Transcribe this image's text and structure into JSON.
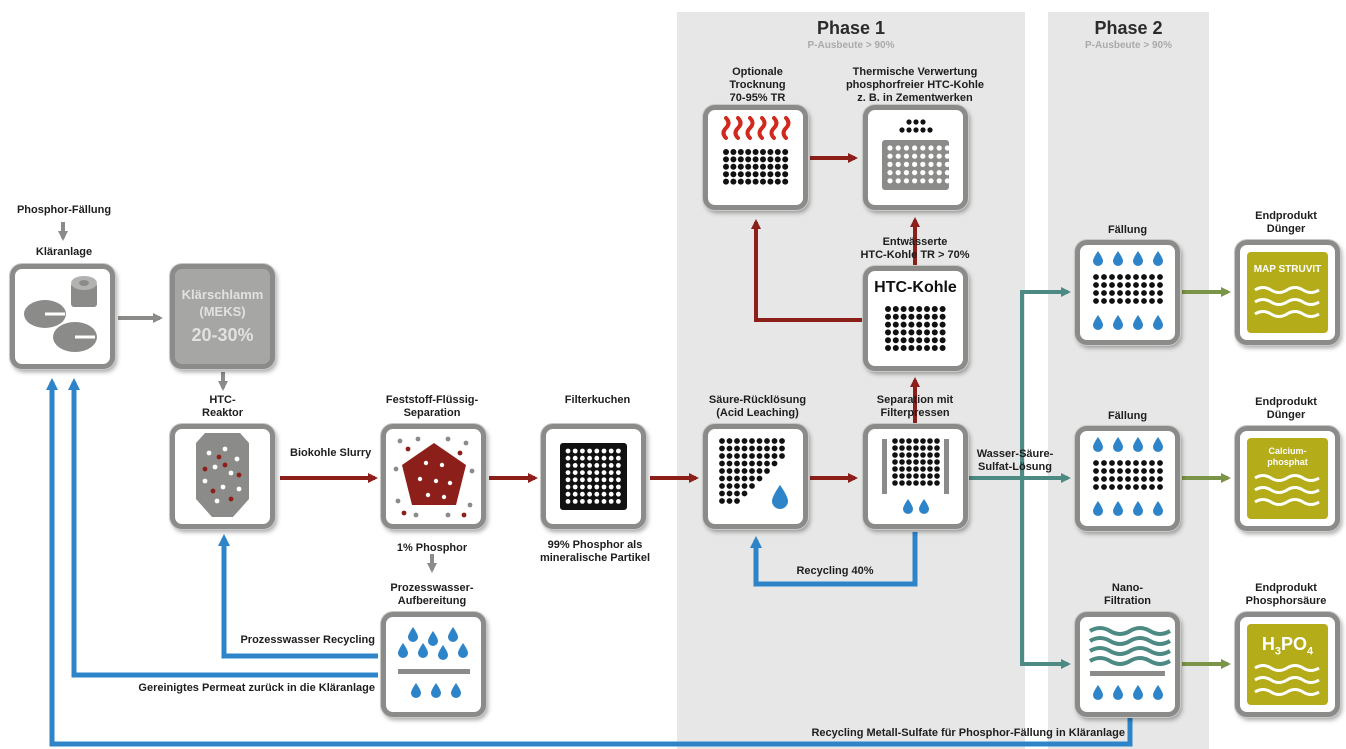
{
  "phases": [
    {
      "title": "Phase 1",
      "subtitle": "P-Ausbeute > 90%"
    },
    {
      "title": "Phase 2",
      "subtitle": "P-Ausbeute > 90%"
    }
  ],
  "labels": {
    "phosphor_faellung": "Phosphor-Fällung",
    "klaeranlage": "Kläranlage",
    "htc_reaktor_1": "HTC-",
    "htc_reaktor_2": "Reaktor",
    "biokohle_slurry": "Biokohle Slurry",
    "feststoff_1": "Feststoff-Flüssig-",
    "feststoff_2": "Separation",
    "ein_prozent": "1% Phosphor",
    "prozesswasser_1": "Prozesswasser-",
    "prozesswasser_2": "Aufbereitung",
    "prozesswasser_recycling": "Prozesswasser Recycling",
    "gereinigtes_permeat": "Gereinigtes Permeat zurück in die Kläranlage",
    "filterkuchen": "Filterkuchen",
    "filterkuchen_note_1": "99% Phosphor als",
    "filterkuchen_note_2": "mineralische Partikel",
    "saeure_1": "Säure-Rücklösung",
    "saeure_2": "(Acid Leaching)",
    "separation_1": "Separation mit",
    "separation_2": "Filterpressen",
    "recycling_40": "Recycling 40%",
    "htc_kohle": "HTC-Kohle",
    "entwaessert_1": "Entwässerte",
    "entwaessert_2": "HTC-Kohle TR > 70%",
    "trocknung_1": "Optionale",
    "trocknung_2": "Trocknung",
    "trocknung_3": "70-95% TR",
    "thermisch_1": "Thermische Verwertung",
    "thermisch_2": "phosphorfreier HTC-Kohle",
    "thermisch_3": "z. B. in Zementwerken",
    "wasser_1": "Wasser-Säure-",
    "wasser_2": "Sulfat-Lösung",
    "faellung_a": "Fällung",
    "faellung_b": "Fällung",
    "nano_1": "Nano-",
    "nano_2": "Filtration",
    "end_a_1": "Endprodukt",
    "end_a_2": "Dünger",
    "end_b_1": "Endprodukt",
    "end_b_2": "Dünger",
    "end_c_1": "Endprodukt",
    "end_c_2": "Phosphorsäure",
    "recycling_metall": "Recycling Metall-Sulfate für Phosphor-Fällung in Kläranlage"
  },
  "klaerschlamm": {
    "line1": "Klärschlamm",
    "line2": "(MEKS)",
    "line3": "20-30%"
  },
  "products": {
    "map": "MAP STRUVIT",
    "calcium_1": "Calcium-",
    "calcium_2": "phosphat",
    "h3po4_main": "H",
    "h3po4_sub1": "3",
    "h3po4_mid": "PO",
    "h3po4_sub2": "4"
  },
  "colors": {
    "red": "#8c1f1a",
    "blue": "#2e84c9",
    "teal": "#4d8a84",
    "green": "#7a9448",
    "frame": "#8b8c89",
    "product": "#b4ac19"
  }
}
